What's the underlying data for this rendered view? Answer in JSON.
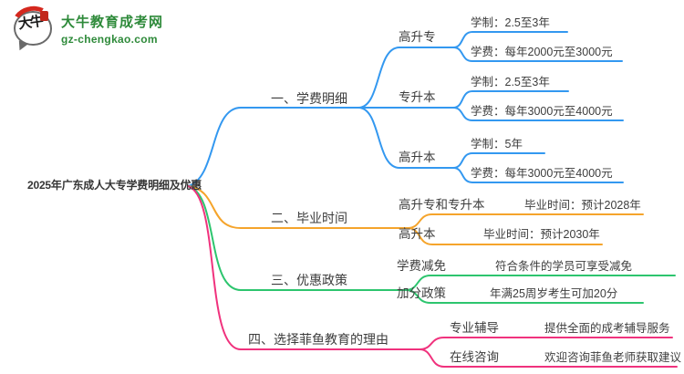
{
  "brand": {
    "site_name": "大牛教育成考网",
    "site_url": "gz-chengkao.com",
    "logo_text": "大牛",
    "green": "#2e8a3a",
    "red": "#d5281e"
  },
  "root": {
    "title": "2025年广东成人大专学费明细及优惠"
  },
  "branches": [
    {
      "label": "一、学费明细",
      "color": "#3398f0",
      "children": [
        {
          "label": "高升专",
          "items": [
            "学制：2.5至3年",
            "学费：每年2000元至3000元"
          ]
        },
        {
          "label": "专升本",
          "items": [
            "学制：2.5至3年",
            "学费：每年3000元至4000元"
          ]
        },
        {
          "label": "高升本",
          "items": [
            "学制：5年",
            "学费：每年3000元至4000元"
          ]
        }
      ]
    },
    {
      "label": "二、毕业时间",
      "color": "#f5a42b",
      "children": [
        {
          "label": "高升专和专升本",
          "value": "毕业时间：预计2028年"
        },
        {
          "label": "高升本",
          "value": "毕业时间：预计2030年"
        }
      ]
    },
    {
      "label": "三、优惠政策",
      "color": "#2dc56e",
      "children": [
        {
          "label": "学费减免",
          "value": "符合条件的学员可享受减免"
        },
        {
          "label": "加分政策",
          "value": "年满25周岁考生可加20分"
        }
      ]
    },
    {
      "label": "四、选择菲鱼教育的理由",
      "color": "#f0327d",
      "children": [
        {
          "label": "专业辅导",
          "value": "提供全面的成考辅导服务"
        },
        {
          "label": "在线咨询",
          "value": "欢迎咨询菲鱼老师获取建议"
        }
      ]
    }
  ]
}
